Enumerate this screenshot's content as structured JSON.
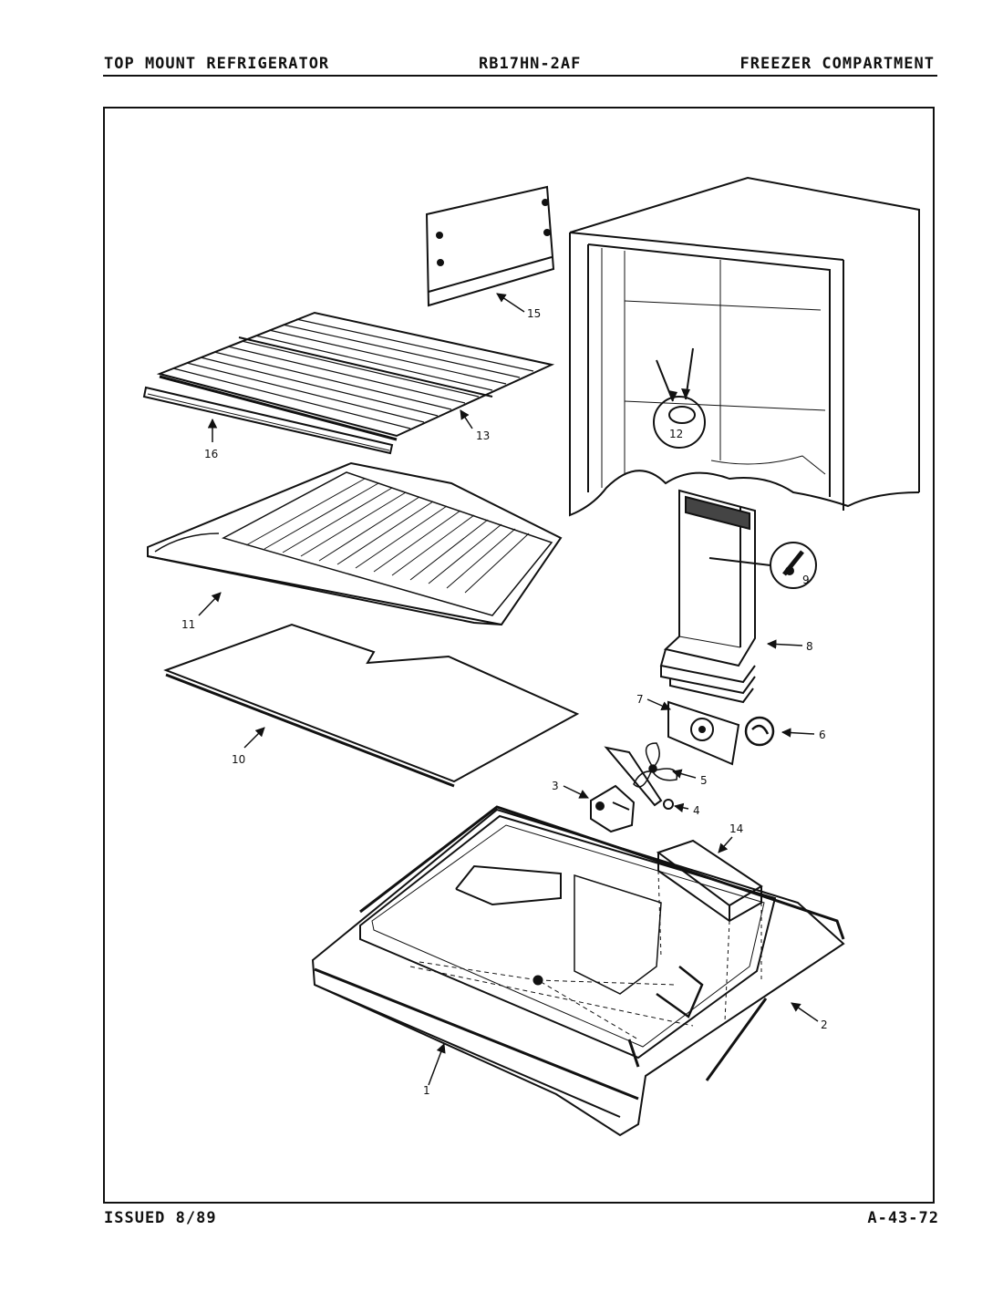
{
  "header": {
    "left": "TOP MOUNT REFRIGERATOR",
    "center": "RB17HN-2AF",
    "right": "FREEZER COMPARTMENT"
  },
  "footer": {
    "left": "ISSUED 8/89",
    "right": "A-43-72"
  },
  "callouts": {
    "c1": "1",
    "c2": "2",
    "c3": "3",
    "c4": "4",
    "c5": "5",
    "c6": "6",
    "c7": "7",
    "c8": "8",
    "c9": "9",
    "c10": "10",
    "c11": "11",
    "c12": "12",
    "c13": "13",
    "c14": "14",
    "c15": "15",
    "c16": "16"
  }
}
